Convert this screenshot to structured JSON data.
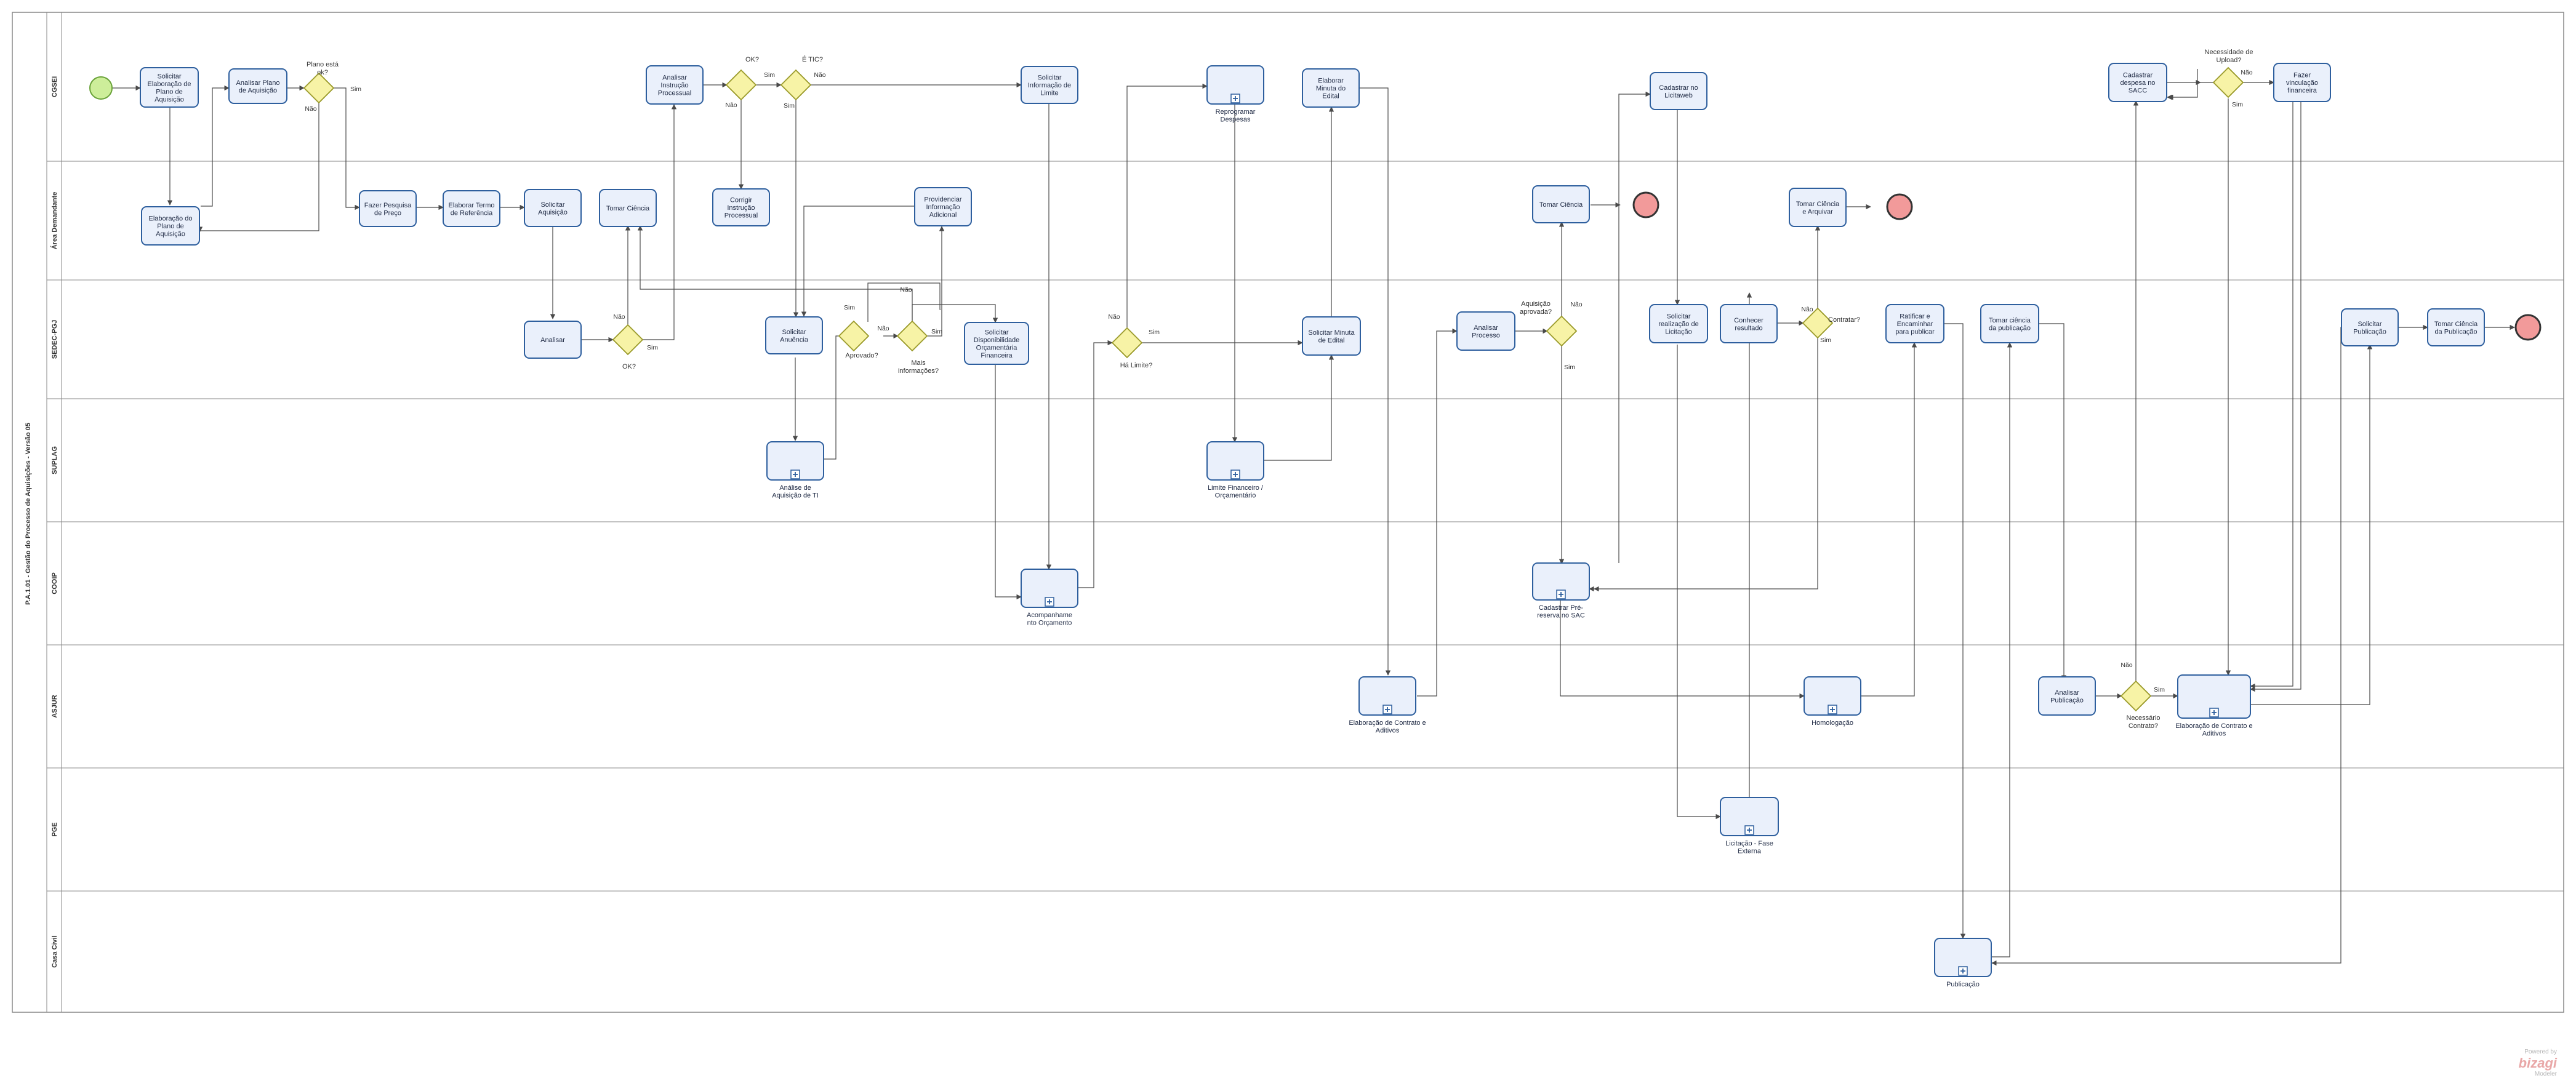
{
  "pool": {
    "title": "P.A.1.01 - Gestão do Processo de Aquisições - Versão 05"
  },
  "lanes": [
    {
      "id": "cgsei",
      "label": "CGSEI"
    },
    {
      "id": "area",
      "label": "Área Demandante"
    },
    {
      "id": "sedec",
      "label": "SEDEC-PGJ"
    },
    {
      "id": "supla",
      "label": "SUPLAG"
    },
    {
      "id": "cooip",
      "label": "COOIP"
    },
    {
      "id": "ascjr",
      "label": "ASJUR"
    },
    {
      "id": "pge",
      "label": "PGE"
    },
    {
      "id": "casacivil",
      "label": "Casa Civil"
    }
  ],
  "tasks": [
    {
      "id": "t1",
      "text": [
        "Solicitar",
        "Elaboração de",
        "Plano de",
        "Aquisição"
      ]
    },
    {
      "id": "t2",
      "text": [
        "Analisar Plano",
        "de Aquisição"
      ]
    },
    {
      "id": "t3",
      "text": [
        "Elaboração do",
        "Plano de",
        "Aquisição"
      ]
    },
    {
      "id": "t4",
      "text": [
        "Fazer Pesquisa",
        "de Preço"
      ]
    },
    {
      "id": "t5",
      "text": [
        "Elaborar Termo",
        "de Referência"
      ]
    },
    {
      "id": "t6",
      "text": [
        "Solicitar",
        "Aquisição"
      ]
    },
    {
      "id": "t7",
      "text": [
        "Tomar Ciência"
      ]
    },
    {
      "id": "t8",
      "text": [
        "Analisar"
      ]
    },
    {
      "id": "t9",
      "text": [
        "Analisar",
        "Instrução",
        "Processual"
      ]
    },
    {
      "id": "t10",
      "text": [
        "Corrigir",
        "Instrução",
        "Processual"
      ]
    },
    {
      "id": "t11",
      "text": [
        "Solicitar",
        "Anuência"
      ]
    },
    {
      "id": "t12",
      "text": [
        "Análise de",
        "Aquisição de TI"
      ],
      "subprocess": true
    },
    {
      "id": "t13",
      "text": [
        "Providenciar",
        "Informação",
        "Adicional"
      ]
    },
    {
      "id": "t14",
      "text": [
        "Solicitar",
        "Disponibilidade",
        "Orçamentária",
        "Financeira"
      ]
    },
    {
      "id": "t15",
      "text": [
        "Solicitar",
        "Informação de",
        "Limite"
      ]
    },
    {
      "id": "t16",
      "text": [
        "Acompanhame",
        "nto Orçamento"
      ],
      "subprocess": true
    },
    {
      "id": "t17",
      "text": [
        "Reprogramar",
        "Despesas"
      ],
      "subprocess": true
    },
    {
      "id": "t18",
      "text": [
        "Limite Financeiro /",
        "Orçamentário"
      ],
      "subprocess": true
    },
    {
      "id": "t19",
      "text": [
        "Solicitar Minuta",
        "de Edital"
      ]
    },
    {
      "id": "t20",
      "text": [
        "Elaborar",
        "Minuta do",
        "Edital"
      ]
    },
    {
      "id": "t21",
      "text": [
        "Elaboração de Contrato e",
        "Aditivos"
      ],
      "subprocess": true
    },
    {
      "id": "t22",
      "text": [
        "Analisar",
        "Processo"
      ]
    },
    {
      "id": "t23",
      "text": [
        "Tomar Ciência"
      ]
    },
    {
      "id": "t24",
      "text": [
        "Cadastrar Pré-",
        "reserva no SAC"
      ],
      "subprocess": true
    },
    {
      "id": "t25",
      "text": [
        "Cadastrar no",
        "Licitaweb"
      ]
    },
    {
      "id": "t26",
      "text": [
        "Solicitar",
        "realização de",
        "Licitação"
      ]
    },
    {
      "id": "t27",
      "text": [
        "Licitação - Fase",
        "Externa"
      ],
      "subprocess": true
    },
    {
      "id": "t28",
      "text": [
        "Conhecer",
        "resultado"
      ]
    },
    {
      "id": "t29",
      "text": [
        "Tomar Ciência",
        "e Arquivar"
      ]
    },
    {
      "id": "t30",
      "text": [
        "Homologação"
      ],
      "subprocess": true
    },
    {
      "id": "t31",
      "text": [
        "Ratificar e",
        "Encaminhar",
        "para publicar"
      ]
    },
    {
      "id": "t32",
      "text": [
        "Publicação"
      ],
      "subprocess": true
    },
    {
      "id": "t33",
      "text": [
        "Tomar ciência",
        "da publicação"
      ]
    },
    {
      "id": "t34",
      "text": [
        "Analisar",
        "Publicação"
      ]
    },
    {
      "id": "t35",
      "text": [
        "Elaboração de Contrato e",
        "Aditivos"
      ],
      "subprocess": true
    },
    {
      "id": "t36",
      "text": [
        "Cadastrar",
        "despesa no",
        "SACC"
      ]
    },
    {
      "id": "t37",
      "text": [
        "Fazer",
        "vinculação",
        "financeira"
      ]
    },
    {
      "id": "t38",
      "text": [
        "Solicitar",
        "Publicação"
      ]
    },
    {
      "id": "t39",
      "text": [
        "Tomar Ciência",
        "da Publicação"
      ]
    }
  ],
  "gateways": [
    {
      "id": "g1",
      "label": "Plano está ok?"
    },
    {
      "id": "g2",
      "label": "OK?"
    },
    {
      "id": "g3",
      "label": "OK?"
    },
    {
      "id": "g4",
      "label": "É TIC?"
    },
    {
      "id": "g5",
      "label": "Aprovado?"
    },
    {
      "id": "g6",
      "label": "Mais informações?"
    },
    {
      "id": "g7",
      "label": "Há Limite?"
    },
    {
      "id": "g8",
      "label": "Aquisição aprovada?"
    },
    {
      "id": "g9",
      "label": "Contratar?"
    },
    {
      "id": "g10",
      "label": "Necessário Contrato?"
    },
    {
      "id": "g11",
      "label": "Necessidade de Upload?"
    }
  ],
  "edge_labels": {
    "sim": "Sim",
    "nao": "Não"
  },
  "brand": {
    "name": "bizagi",
    "tagline": "Powered by",
    "sub": "Modeler"
  },
  "colors": {
    "task_fill": "#eaf0fb",
    "task_stroke": "#2e5f9e",
    "gateway_fill": "#f7f3a6",
    "gateway_stroke": "#9a9a2a",
    "start_fill": "#cdee9a",
    "end_fill": "#f29a9a",
    "line": "#4a4a4a"
  }
}
